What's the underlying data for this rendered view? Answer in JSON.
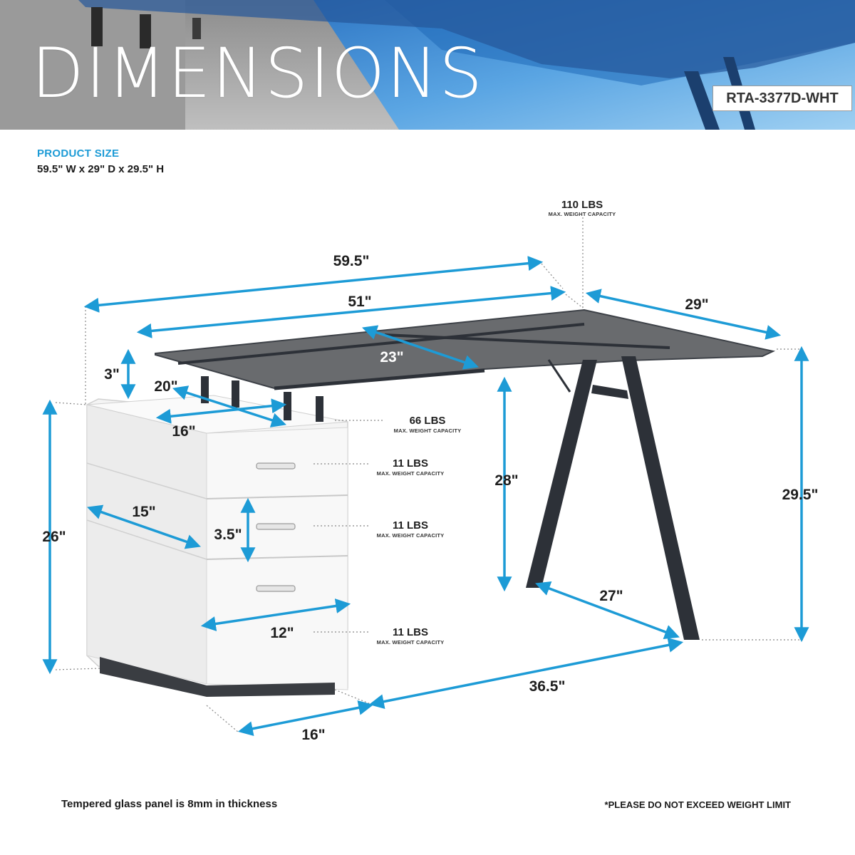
{
  "banner": {
    "title": "DIMENSIONS",
    "sku": "RTA-3377D-WHT"
  },
  "product_size": {
    "label": "PRODUCT SIZE",
    "value": "59.5\" W x 29\" D x 29.5\" H"
  },
  "dimensions": {
    "overall_width": "59.5\"",
    "top_width": "51\"",
    "depth": "29\"",
    "inner_diag": "23\"",
    "shelf_gap": "3\"",
    "shelf_depth": "20\"",
    "shelf_width": "16\"",
    "cabinet_height": "26\"",
    "drawer_depth": "15\"",
    "drawer_height": "3.5\"",
    "leg_clearance": "28\"",
    "total_height": "29.5\"",
    "leg_span": "27\"",
    "drawer_width": "12\"",
    "base_length": "36.5\"",
    "cabinet_width": "16\""
  },
  "weights": {
    "top": "110 LBS",
    "shelf": "66 LBS",
    "drawer1": "11 LBS",
    "drawer2": "11 LBS",
    "drawer3": "11 LBS",
    "caption": "MAX. WEIGHT CAPACITY"
  },
  "footer": {
    "glass_note": "Tempered glass panel is 8mm in thickness",
    "warning": "*PLEASE DO NOT EXCEED WEIGHT LIMIT"
  },
  "colors": {
    "accent": "#1d9bd6",
    "glass": "#5d5f62",
    "frame": "#2d3138"
  }
}
